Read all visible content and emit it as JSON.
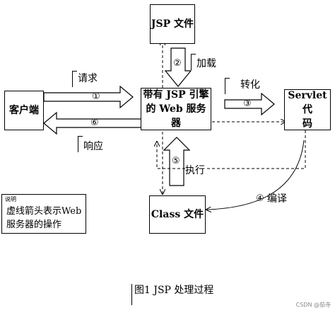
{
  "boxes": {
    "jsp_file": "JSP 文件",
    "client": "客户端",
    "server_line1": "带有 JSP 引擎",
    "server_line2": "的 Web 服务器",
    "servlet_line1": "Servlet 代",
    "servlet_line2": "码",
    "class_file": "Class 文件"
  },
  "steps": {
    "request": {
      "num": "①",
      "label": "请求"
    },
    "load": {
      "num": "②",
      "label": "加载"
    },
    "convert": {
      "num": "③",
      "label": "转化"
    },
    "compile": {
      "num": "④",
      "label": "编译"
    },
    "execute": {
      "num": "⑤",
      "label": "执行"
    },
    "response": {
      "num": "⑥",
      "label": "响应"
    }
  },
  "legend": {
    "title": "说明",
    "line1": "虚线箭头表示Web",
    "line2": "服务器的操作"
  },
  "caption": "图1  JSP 处理过程",
  "watermark": "CSDN @茄寺"
}
